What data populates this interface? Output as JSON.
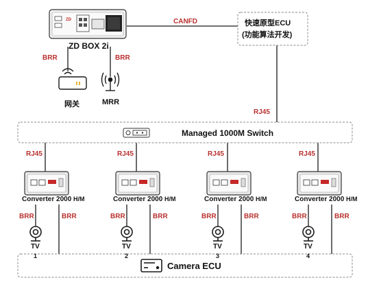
{
  "colors": {
    "line": "#1a1a1a",
    "dashed_box": "#8a8a8a",
    "link_label": "#b8302e"
  },
  "zd_box": {
    "label": "ZD BOX 2i"
  },
  "ecu_prototype": {
    "line1": "快速原型ECU",
    "line2": "(功能算法开发)"
  },
  "links": {
    "canfd": "CANFD",
    "brr": "BRR",
    "rj45": "RJ45"
  },
  "gateway": {
    "label": "网关",
    "icon": "router-icon"
  },
  "mrr": {
    "label": "MRR",
    "icon": "radar-antenna-icon"
  },
  "switch": {
    "label": "Managed 1000M Switch"
  },
  "converters": [
    {
      "label": "Converter 2000",
      "suffix": "H/M",
      "tv": "TV",
      "tv_index": "1"
    },
    {
      "label": "Converter 2000",
      "suffix": "H/M",
      "tv": "TV",
      "tv_index": "2"
    },
    {
      "label": "Converter 2000",
      "suffix": "H/M",
      "tv": "TV",
      "tv_index": "3"
    },
    {
      "label": "Converter 2000",
      "suffix": "H/M",
      "tv": "TV",
      "tv_index": "4"
    }
  ],
  "camera_ecu": {
    "label": "Camera ECU"
  }
}
